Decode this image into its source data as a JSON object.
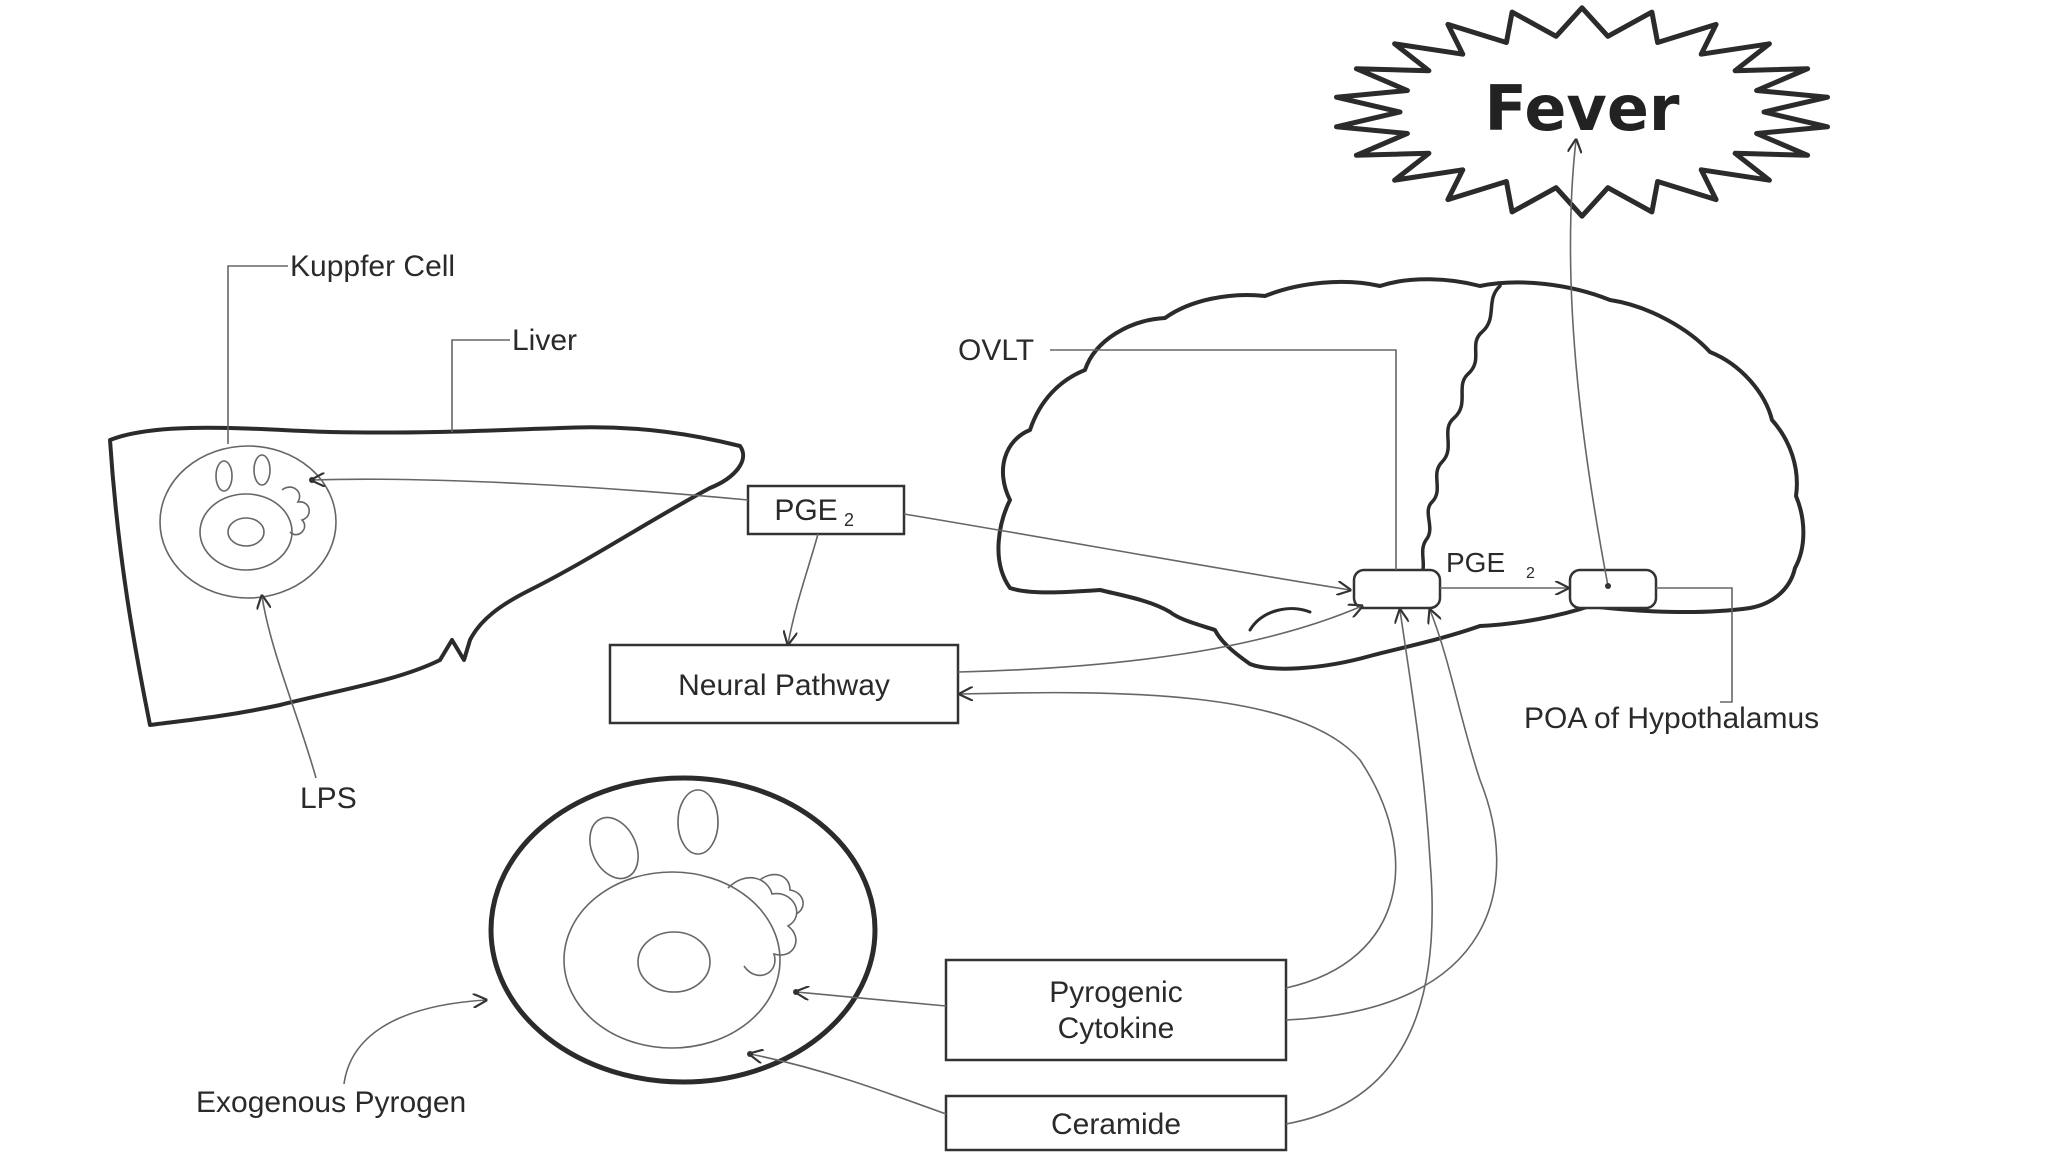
{
  "fever": "Fever",
  "labels": {
    "kuppfer": "Kuppfer Cell",
    "liver": "Liver",
    "lps": "LPS",
    "ovlt": "OVLT",
    "poa": "POA of Hypothalamus",
    "exogenous": "Exogenous Pyrogen"
  },
  "boxes": {
    "pge2_liver": "PGE",
    "pge2_sub": "2",
    "neural": "Neural Pathway",
    "pyrogenic_1": "Pyrogenic",
    "pyrogenic_2": "Cytokine",
    "ceramide": "Ceramide",
    "pge2_brain": "PGE",
    "pge2_brain_sub": "2"
  }
}
